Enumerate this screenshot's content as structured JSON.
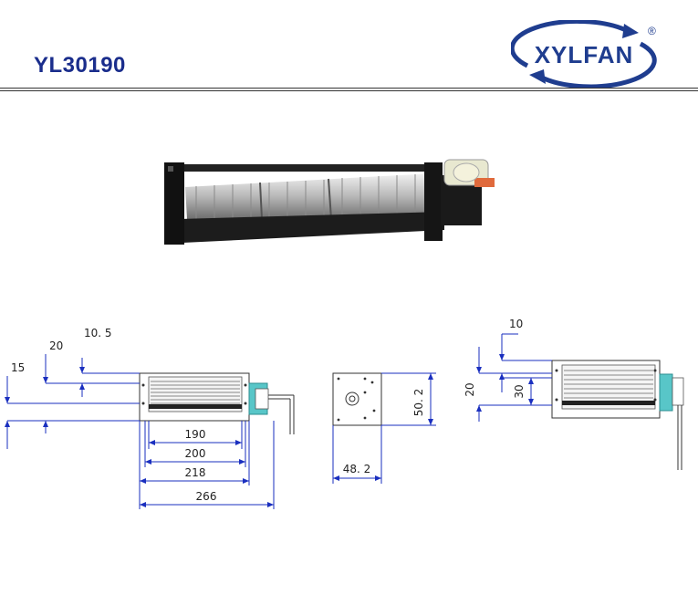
{
  "header": {
    "model": "YL30190",
    "logo_text": "XYLFAN",
    "registered_mark": "®"
  },
  "colors": {
    "model_text": "#1a2d8c",
    "logo_blue": "#1f3d8f",
    "dimension_line": "#1a2fbf",
    "motor_cyan": "#58c6c8"
  },
  "photo": {
    "icon": "crossflow-fan-photo"
  },
  "front_view": {
    "dims": {
      "d10_5": "10. 5",
      "d20": "20",
      "d15": "15",
      "d190": "190",
      "d200": "200",
      "d218": "218",
      "d266": "266"
    }
  },
  "end_view": {
    "dims": {
      "d50_2": "50. 2",
      "d48_2": "48. 2"
    }
  },
  "side_view": {
    "dims": {
      "d10": "10",
      "d20": "20",
      "d30": "30"
    }
  }
}
